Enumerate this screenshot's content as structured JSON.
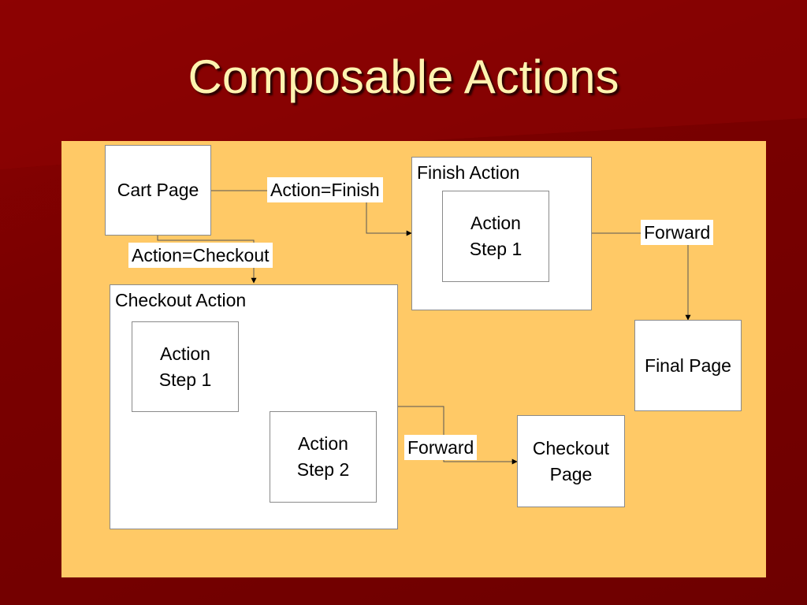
{
  "title": "Composable Actions",
  "nodes": {
    "cart_page": "Cart Page",
    "finish_action": {
      "title": "Finish Action",
      "step1": [
        "Action",
        "Step 1"
      ]
    },
    "checkout_action": {
      "title": "Checkout Action",
      "step1": [
        "Action",
        "Step 1"
      ],
      "step2": [
        "Action",
        "Step 2"
      ]
    },
    "final_page": "Final Page",
    "checkout_page": [
      "Checkout",
      "Page"
    ]
  },
  "edges": {
    "action_finish": "Action=Finish",
    "action_checkout": "Action=Checkout",
    "forward_finish": "Forward",
    "forward_checkout": "Forward"
  },
  "colors": {
    "background": "#7a0000",
    "title": "#fff3b0",
    "canvas": "#ffc966",
    "box": "#ffffff"
  }
}
